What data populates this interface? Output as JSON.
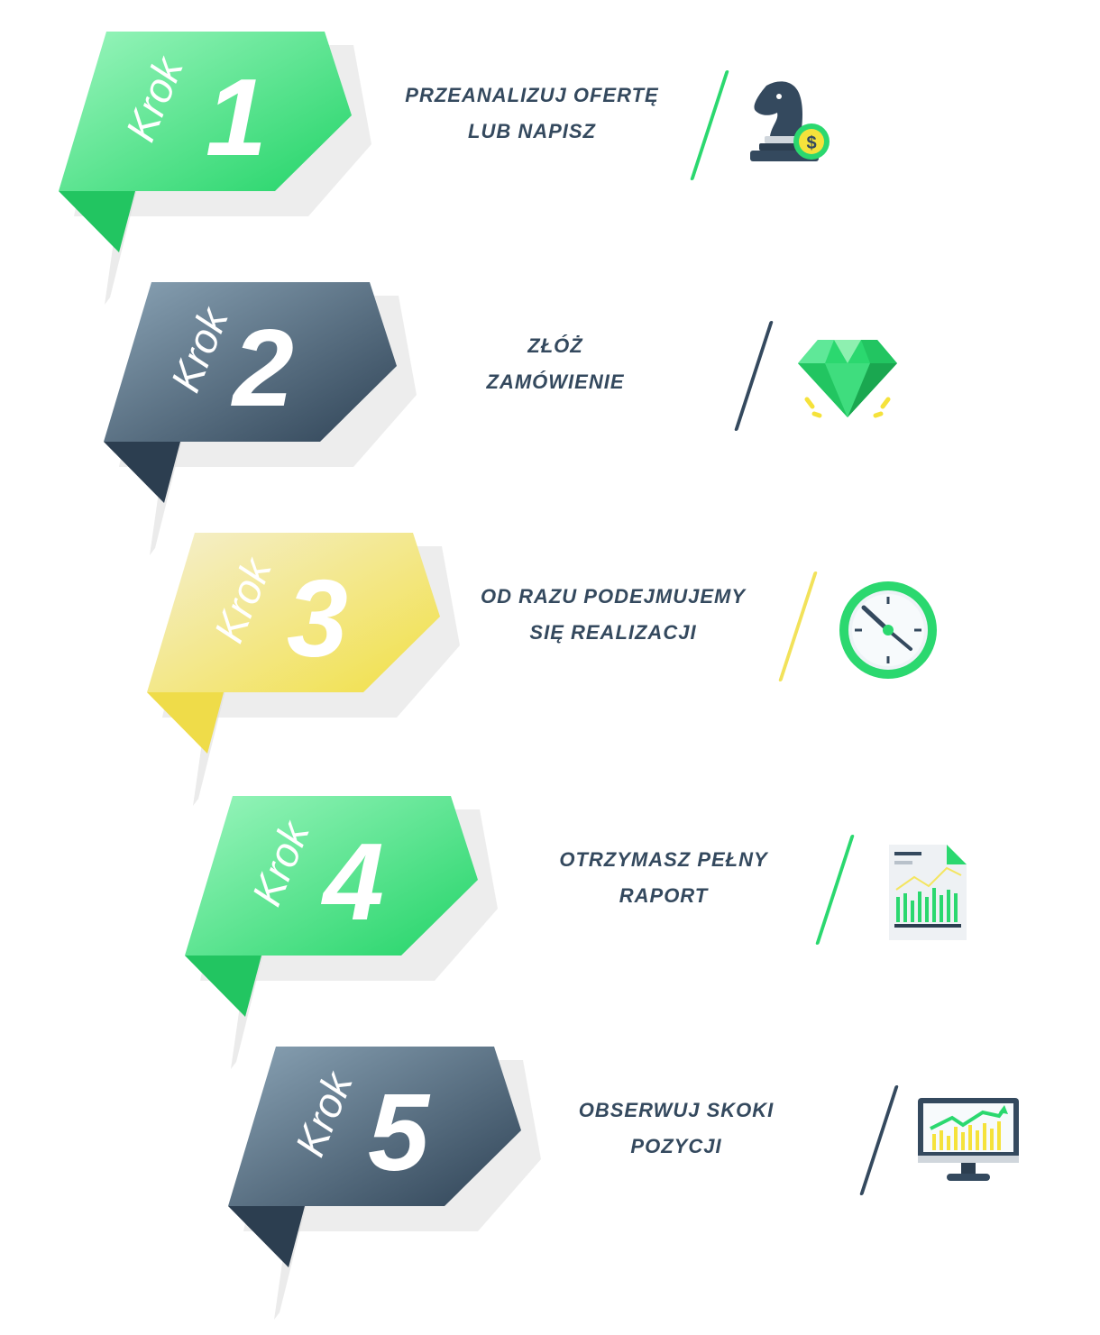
{
  "steps": [
    {
      "word": "Krok",
      "number": "1",
      "line1": "PRZEANALIZUJ OFERTĘ",
      "line2": "LUB NAPISZ",
      "color": "green",
      "icon": "chess-knight-dollar-icon"
    },
    {
      "word": "Krok",
      "number": "2",
      "line1": "ZŁÓŻ",
      "line2": "ZAMÓWIENIE",
      "color": "dark",
      "icon": "diamond-icon"
    },
    {
      "word": "Krok",
      "number": "3",
      "line1": "OD RAZU PODEJMUJEMY",
      "line2": "SIĘ REALIZACJI",
      "color": "yellow",
      "icon": "clock-icon"
    },
    {
      "word": "Krok",
      "number": "4",
      "line1": "OTRZYMASZ PEŁNY",
      "line2": "RAPORT",
      "color": "green",
      "icon": "report-chart-icon"
    },
    {
      "word": "Krok",
      "number": "5",
      "line1": "OBSERWUJ SKOKI",
      "line2": "POZYCJI",
      "color": "dark",
      "icon": "monitor-chart-icon"
    }
  ],
  "colors": {
    "green_light": "#8ef0b0",
    "green_dark": "#2bd86f",
    "dark_light": "#7f97a8",
    "dark_dark": "#34495e",
    "yellow_light": "#f3ecb4",
    "yellow_dark": "#f2e25a",
    "text": "#34495e"
  }
}
